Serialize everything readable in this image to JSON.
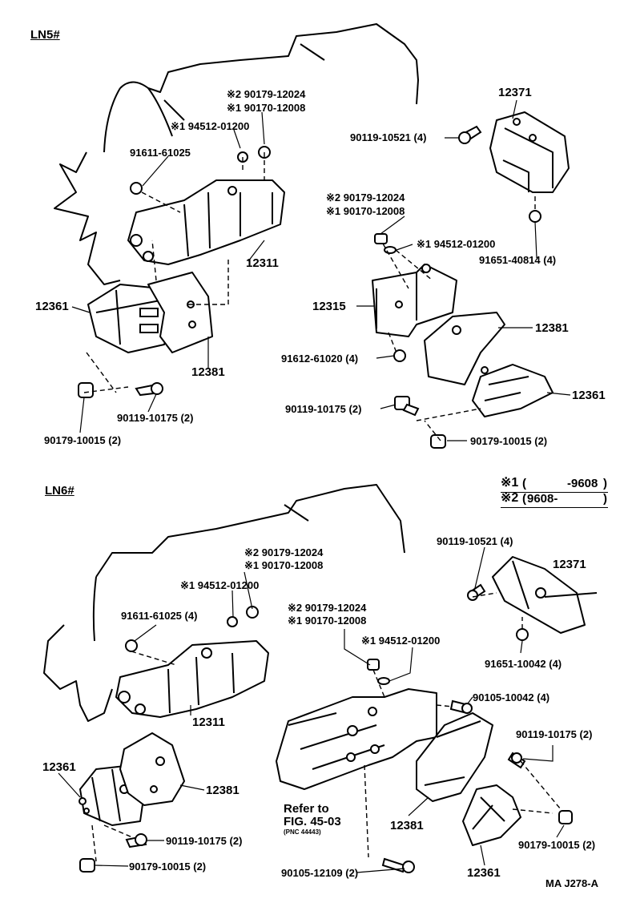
{
  "diagram_code": "MA J278-A",
  "legend": {
    "symbol1": "※1",
    "range1_end": "-9608",
    "symbol2": "※2",
    "range2_start": "9608-"
  },
  "top": {
    "section": "LN5#",
    "labels": {
      "a_nut_s2": "※2 90179-12024",
      "a_nut_s1": "※1 90170-12008",
      "a_washer": "※1 94512-01200",
      "a_bolt": "91611-61025",
      "a_bracket": "12311",
      "a_insul": "12361",
      "a_stopper": "12381",
      "a_nut_low": "90179-10015 (2)",
      "a_bolt_low": "90119-10175 (2)",
      "b_mount": "12371",
      "b_bolt_top": "90119-10521 (4)",
      "b_bolt_r": "91651-40814 (4)",
      "b_nut_s2": "※2 90179-12024",
      "b_nut_s1": "※1 90170-12008",
      "b_washer": "※1 94512-01200",
      "b_bracket": "12315",
      "b_bolt": "91612-61020 (4)",
      "b_stopper": "12381",
      "b_insul": "12361",
      "b_bolt_low": "90119-10175 (2)",
      "b_nut_low": "90179-10015 (2)"
    }
  },
  "bottom": {
    "section": "LN6#",
    "labels": {
      "a_nut_s2": "※2 90179-12024",
      "a_nut_s1": "※1 90170-12008",
      "a_washer": "※1 94512-01200",
      "a_bolt": "91611-61025 (4)",
      "a_bracket": "12311",
      "a_insul": "12361",
      "a_stopper": "12381",
      "a_bolt_low": "90119-10175 (2)",
      "a_nut_low": "90179-10015 (2)",
      "b_bolt_top": "90119-10521 (4)",
      "b_mount": "12371",
      "b_bolt_r": "91651-10042 (4)",
      "b_nut_s2": "※2 90179-12024",
      "b_nut_s1": "※1 90170-12008",
      "b_washer": "※1 94512-01200",
      "b_bolt_mid": "90105-10042 (4)",
      "b_bolt_r2": "90119-10175 (2)",
      "b_stopper": "12381",
      "b_nut_r": "90179-10015 (2)",
      "b_insul": "12361",
      "b_bolt_bot": "90105-12109 (2)",
      "refer1": "Refer to",
      "refer2": "FIG. 45-03",
      "refer3": "(PNC 44443)"
    }
  }
}
